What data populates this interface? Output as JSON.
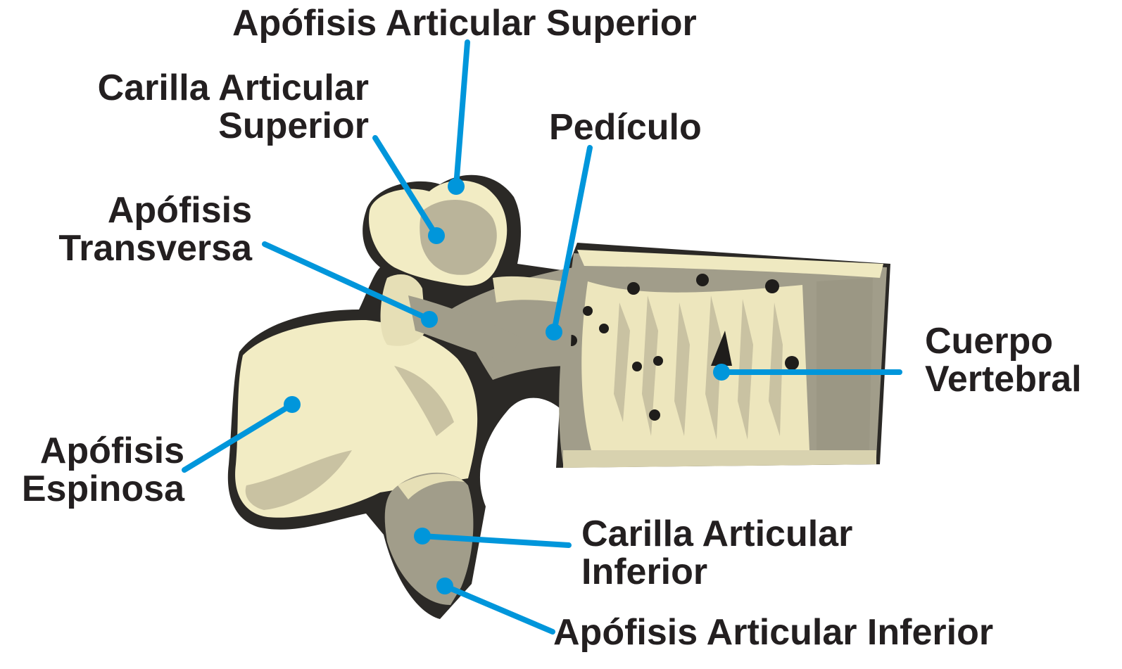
{
  "labels": {
    "apofisis_articular_superior": "Apófisis Articular Superior",
    "carilla_articular_superior": {
      "line1": "Carilla Articular",
      "line2": "Superior"
    },
    "pediculo": "Pedículo",
    "apofisis_transversa": {
      "line1": "Apófisis",
      "line2": "Transversa"
    },
    "cuerpo_vertebral": {
      "line1": "Cuerpo",
      "line2": "Vertebral"
    },
    "apofisis_espinosa": {
      "line1": "Apófisis",
      "line2": "Espinosa"
    },
    "carilla_articular_inferior": {
      "line1": "Carilla Articular",
      "line2": "Inferior"
    },
    "apofisis_articular_inferior": "Apófisis Articular Inferior"
  },
  "colors": {
    "leader": "#0096db",
    "bone_light": "#f2ecc4",
    "bone_mid": "#bab49a",
    "bone_gray": "#a19d8a",
    "outline": "#2b2926",
    "text": "#231f20"
  }
}
